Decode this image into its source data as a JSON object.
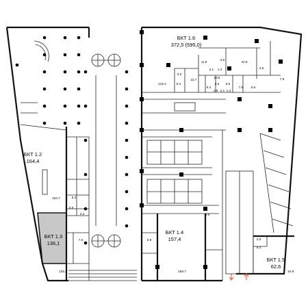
{
  "colors": {
    "wall": "#111111",
    "highlight_unit": "#c8c8c8",
    "arrow": "#e8643c",
    "background": "#ffffff"
  },
  "units": {
    "bkt16": {
      "name": "БКТ 1.6",
      "area": "372,5 (595,0)"
    },
    "bkt12": {
      "name": "БКТ 1.2",
      "area": "164,4"
    },
    "bkt13": {
      "name": "БКТ 1.3",
      "area": "136,1"
    },
    "bkt14": {
      "name": "БКТ 1.4",
      "area": "157,4"
    },
    "bkt15": {
      "name": "БКТ 1.5",
      "area": "62,6"
    }
  },
  "room_areas": {
    "r1": "11.9",
    "r2": "3.6",
    "r3": "2.1",
    "r4": "1.3",
    "r5": "42.6",
    "r6": "3.0",
    "r7": "22.7",
    "r8": "10.8",
    "r9": "2.6",
    "r10": "7.9",
    "r11": "219.2",
    "r12": "5.3",
    "r13": "6.4",
    "r14": "3.6",
    "r15": "3.6",
    "r16": "7.8",
    "r17": "6.5",
    "r18": "4.6",
    "r19": "2.1",
    "r20": "1.3",
    "r21": "154.7",
    "r22": "6.3",
    "r23": "3.9",
    "r24": "2.2",
    "r25": "7.6",
    "r26": "125.3",
    "r27": "6.9",
    "r28": "4.9",
    "r29": "158.7",
    "r30": "2.5",
    "r31": "9.3",
    "r32": "54.8"
  }
}
